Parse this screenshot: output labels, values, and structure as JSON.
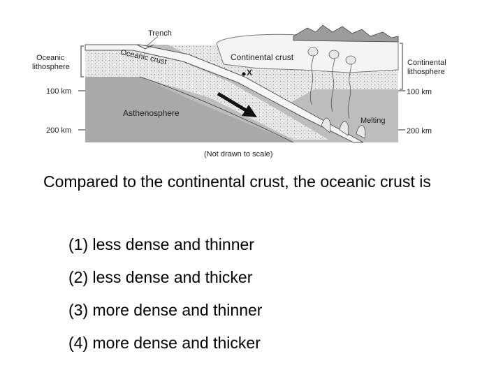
{
  "diagram": {
    "labels": {
      "trench": "Trench",
      "oceanic_crust": "Oceanic crust",
      "continental_crust": "Continental crust",
      "oceanic_lithosphere_1": "Oceanic",
      "oceanic_lithosphere_2": "lithosphere",
      "continental_lithosphere_1": "Continental",
      "continental_lithosphere_2": "lithosphere",
      "depth_100_left": "100 km",
      "depth_200_left": "200 km",
      "depth_100_right": "100 km",
      "depth_200_right": "200 km",
      "asthenosphere": "Asthenosphere",
      "point_x": "X",
      "melting": "Melting",
      "scale_note": "(Not drawn to scale)"
    }
  },
  "question": {
    "text": "Compared to the continental crust, the oceanic crust is",
    "options": [
      "(1) less dense and thinner",
      "(2) less dense and thicker",
      "(3) more dense and thinner",
      "(4) more dense and thicker"
    ]
  }
}
